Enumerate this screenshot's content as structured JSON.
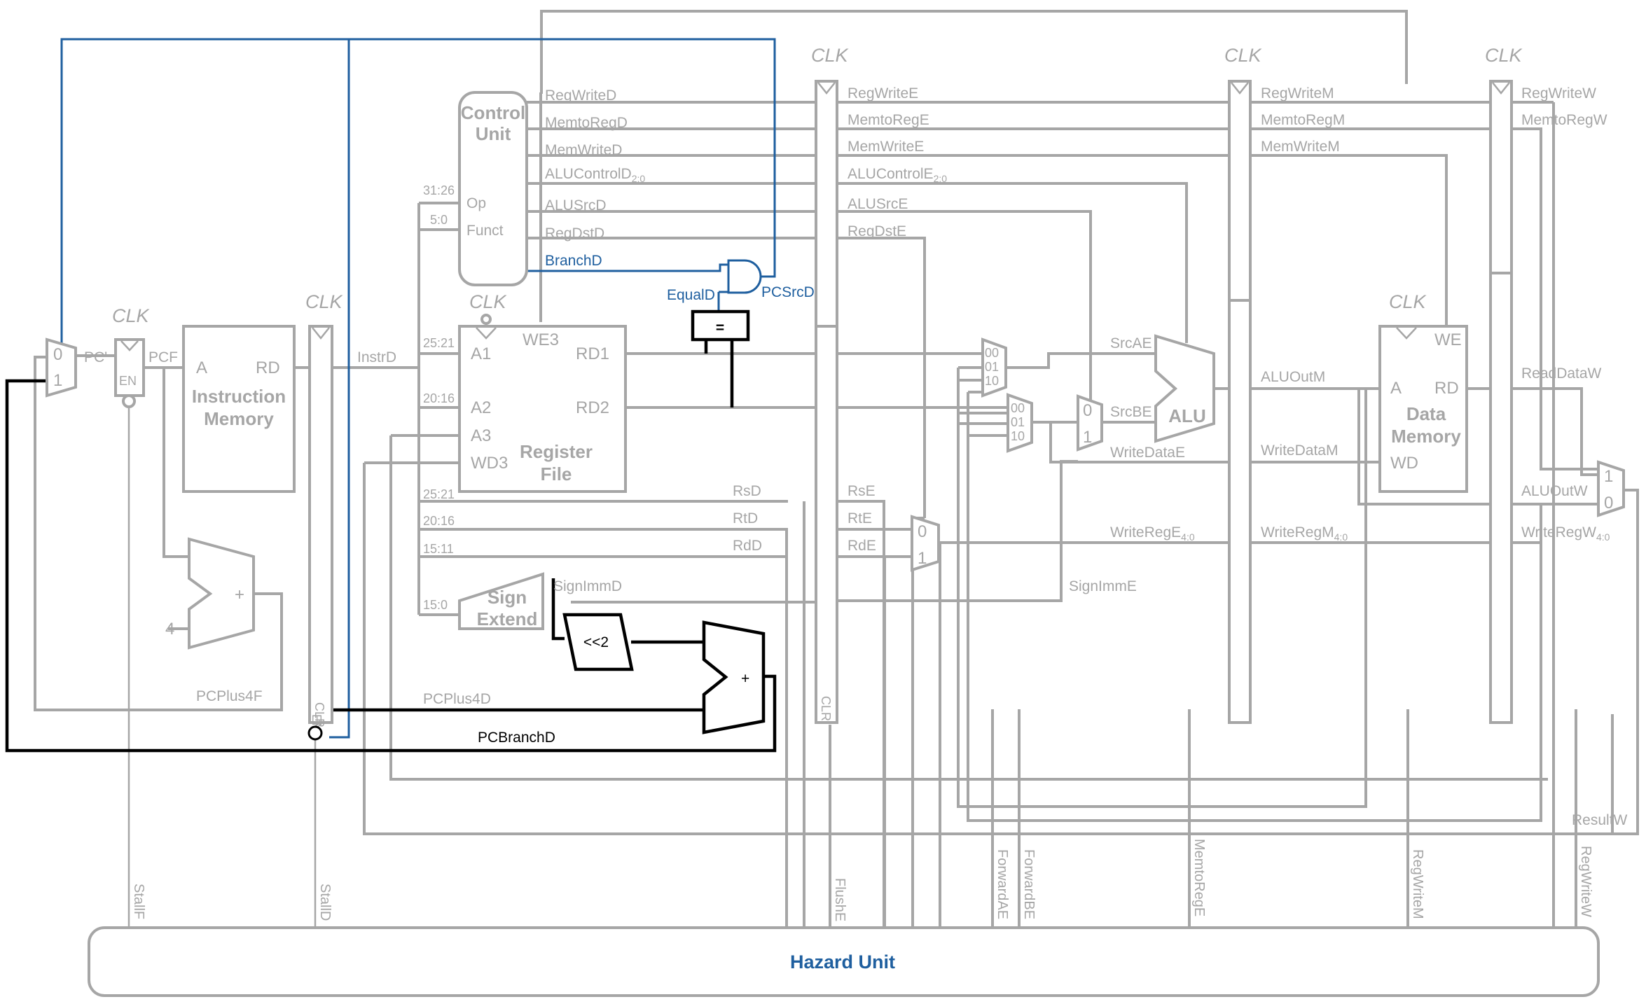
{
  "colors": {
    "datapath": "#a6a6a6",
    "branch_control": "#1f5f9f",
    "hazard_paths": "#000000",
    "hazard_unit_title": "#1f5f9f"
  },
  "clk_label": "CLK",
  "mux_inputs": {
    "zero": "0",
    "one": "1",
    "sel00": "00",
    "sel01": "01",
    "sel10": "10"
  },
  "adder_symbol": "+",
  "const_four": "4",
  "fetch": {
    "pc_next": "PC'",
    "pcf": "PCF",
    "en": "EN",
    "pcplus4f": "PCPlus4F",
    "imem_a": "A",
    "imem_rd": "RD",
    "imem_title1": "Instruction",
    "imem_title2": "Memory"
  },
  "decode": {
    "instrd": "InstrD",
    "pcplus4d": "PCPlus4D",
    "pcbranchd": "PCBranchD",
    "clr": "CLR",
    "en": "EN",
    "control_title1": "Control",
    "control_title2": "Unit",
    "op": "Op",
    "funct": "Funct",
    "bits_31_26": "31:26",
    "bits_5_0": "5:0",
    "bits_25_21": "25:21",
    "bits_20_16": "20:16",
    "bits_15_11": "15:11",
    "bits_15_0": "15:0",
    "rf_a1": "A1",
    "rf_a2": "A2",
    "rf_a3": "A3",
    "rf_wd3": "WD3",
    "rf_we3": "WE3",
    "rf_rd1": "RD1",
    "rf_rd2": "RD2",
    "rf_title1": "Register",
    "rf_title2": "File",
    "sign1": "Sign",
    "sign2": "Extend",
    "shift": "<<2",
    "equal": "=",
    "rsd": "RsD",
    "rtd": "RtD",
    "rdd": "RdD",
    "signimmd": "SignImmD",
    "equald": "EqualD",
    "pcsrcd": "PCSrcD",
    "branchd": "BranchD",
    "regwrited": "RegWriteD",
    "memtoregd": "MemtoRegD",
    "memwrited": "MemWriteD",
    "alucontrold": "ALUControlD",
    "alusrcd": "ALUSrcD",
    "regdstd": "RegDstD",
    "sub_2_0": "2:0"
  },
  "execute": {
    "regwritee": "RegWriteE",
    "memtorege": "MemtoRegE",
    "memwritee": "MemWriteE",
    "alucontrole": "ALUControlE",
    "alusrce": "ALUSrcE",
    "regdste": "RegDstE",
    "rse": "RsE",
    "rte": "RtE",
    "rde": "RdE",
    "srcae": "SrcAE",
    "srcbe": "SrcBE",
    "writedatae": "WriteDataE",
    "writerege": "WriteRegE",
    "sub_4_0": "4:0",
    "signimme": "SignImmE",
    "alu": "ALU",
    "clr": "CLR"
  },
  "memory": {
    "regwritem": "RegWriteM",
    "memtoregm": "MemtoRegM",
    "memwritem": "MemWriteM",
    "aluoutm": "ALUOutM",
    "writedatam": "WriteDataM",
    "writeregm": "WriteRegM",
    "dmem_we": "WE",
    "dmem_a": "A",
    "dmem_rd": "RD",
    "dmem_wd": "WD",
    "dmem_title1": "Data",
    "dmem_title2": "Memory"
  },
  "writeback": {
    "regwritew": "RegWriteW",
    "memtoregw": "MemtoRegW",
    "readdataw": "ReadDataW",
    "aluoutw": "ALUOutW",
    "writeregw": "WriteRegW",
    "resultw": "ResultW"
  },
  "hazard": {
    "title": "Hazard Unit",
    "stallf": "StallF",
    "stalld": "StallD",
    "flushe": "FlushE",
    "forwardae": "ForwardAE",
    "forwardbe": "ForwardBE",
    "memtorege": "MemtoRegE",
    "regwritem": "RegWriteM",
    "regwritew": "RegWriteW"
  }
}
